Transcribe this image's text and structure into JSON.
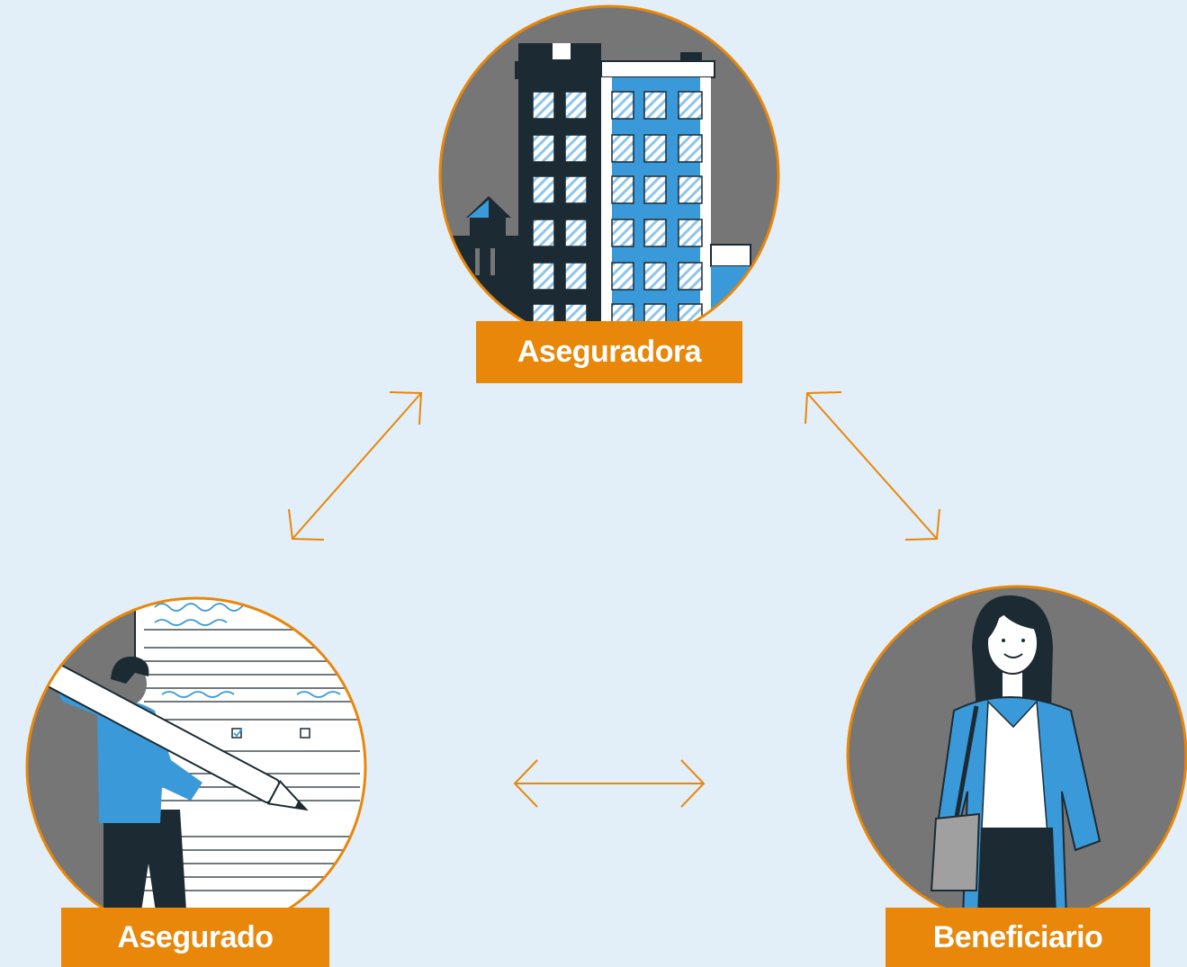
{
  "nodes": {
    "top": {
      "label": "Aseguradora",
      "icon": "office-building-icon"
    },
    "left": {
      "label": "Asegurado",
      "icon": "person-signing-document-icon"
    },
    "right": {
      "label": "Beneficiario",
      "icon": "woman-with-bag-icon"
    }
  },
  "colors": {
    "background": "#e2eff8",
    "accent": "#e8870a",
    "circle_bg": "#767676",
    "dark": "#1c2b33",
    "blue": "#3a9ad9",
    "label_text": "#ffffff"
  },
  "connections": [
    {
      "from": "Aseguradora",
      "to": "Asegurado",
      "direction": "both"
    },
    {
      "from": "Aseguradora",
      "to": "Beneficiario",
      "direction": "both"
    },
    {
      "from": "Asegurado",
      "to": "Beneficiario",
      "direction": "both"
    }
  ]
}
